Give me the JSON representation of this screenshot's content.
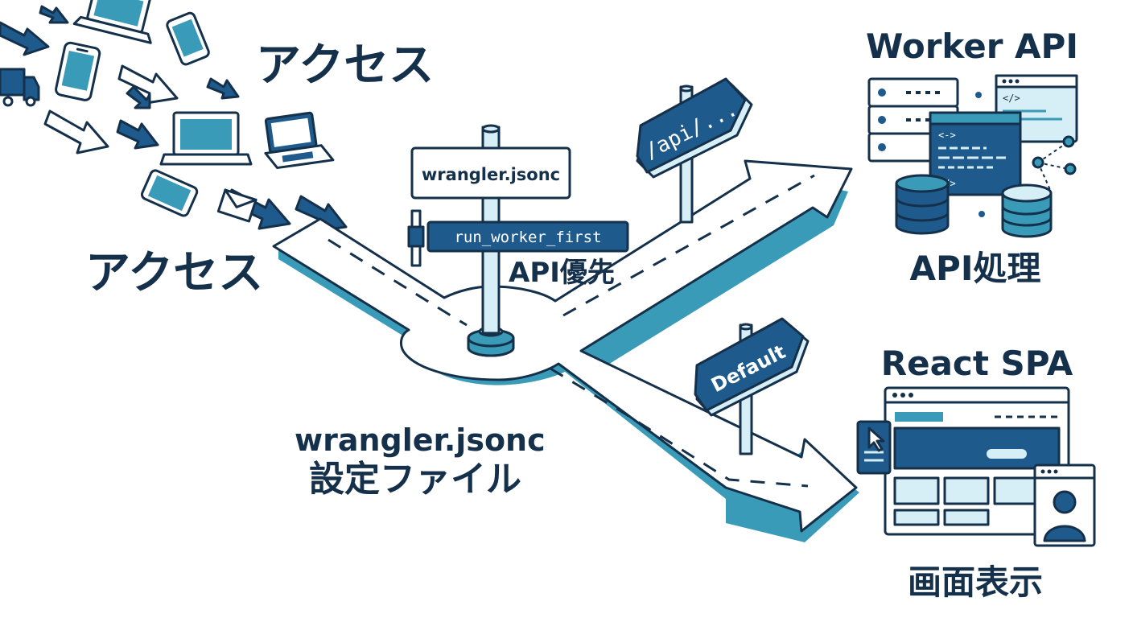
{
  "labels": {
    "access_top": "アクセス",
    "access_left": "アクセス",
    "config_line1": "wrangler.jsonc",
    "config_line2": "設定ファイル",
    "api_priority": "API優先",
    "worker_title": "Worker API",
    "worker_caption": "API処理",
    "spa_title": "React SPA",
    "spa_caption": "画面表示"
  },
  "signs": {
    "main": "wrangler.jsonc",
    "option": "run_worker_first",
    "api_route": "/api/...",
    "default_route": "Default"
  },
  "code_glyphs": {
    "left": "</>",
    "right": "<->",
    "small": "</>"
  },
  "colors": {
    "ink": "#14304a",
    "primary": "#1e5a8c",
    "accent": "#3a9bb8",
    "light": "#d6eef5",
    "paper": "#ffffff"
  }
}
